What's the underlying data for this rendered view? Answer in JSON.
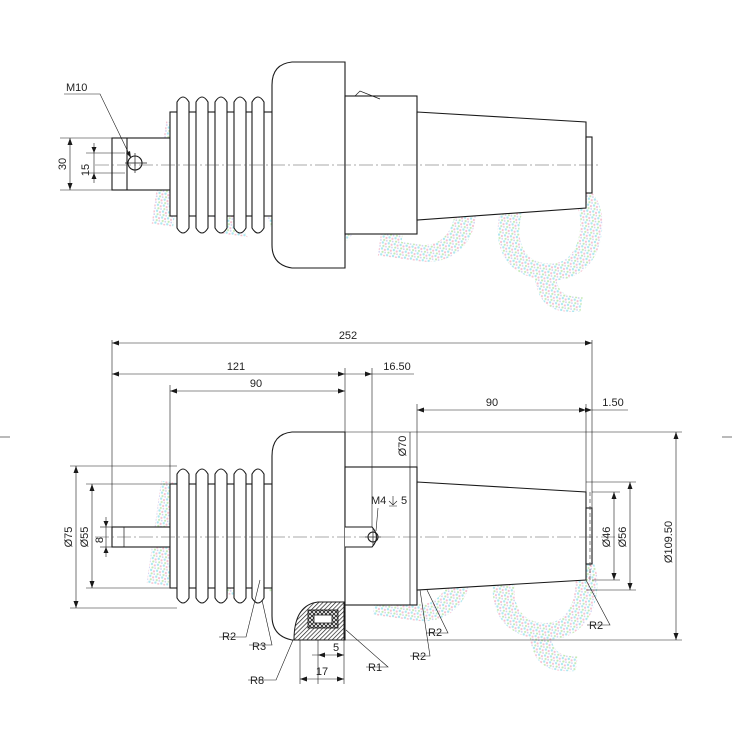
{
  "watermark": {
    "text": "KSDQ",
    "colors": [
      "#9fe3ee",
      "#f5b8c8",
      "#b9e6a8",
      "#c9c9f0"
    ]
  },
  "top_view": {
    "thread_label": "M10",
    "dim_30": "30",
    "dim_15": "15"
  },
  "side_view": {
    "dim_overall": "252",
    "dim_121": "121",
    "dim_90_sheds": "90",
    "dim_16_50": "16.50",
    "dim_90_cone": "90",
    "dim_1_50": "1.50",
    "dia_70": "Ø70",
    "dia_75": "Ø75",
    "dia_55": "Ø55",
    "dim_8": "8",
    "dia_46": "Ø46",
    "dia_56": "Ø56",
    "dia_109_50": "Ø109.50",
    "thread_m4": "M4",
    "thread_m4_depth": "5",
    "r2_a": "R2",
    "r3": "R3",
    "r8": "R8",
    "r1": "R1",
    "r2_b": "R2",
    "r2_c": "R2",
    "r2_d": "R2",
    "dim_5": "5",
    "dim_17": "17"
  }
}
